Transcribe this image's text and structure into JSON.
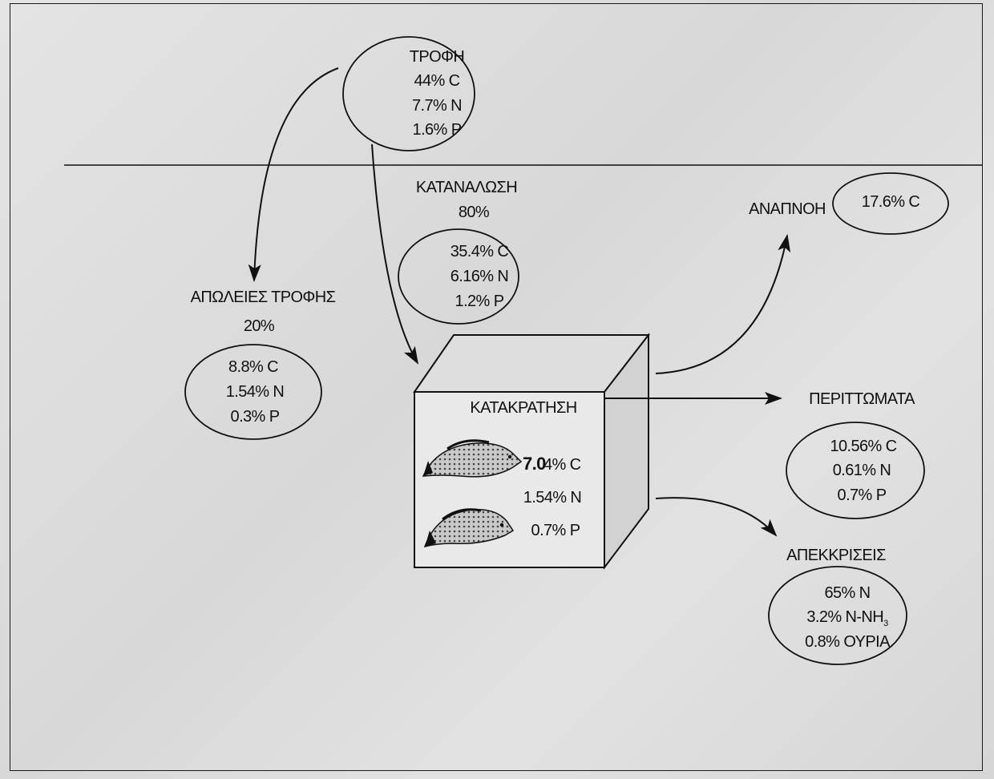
{
  "food": {
    "title": "ΤΡΟΦΗ",
    "c": "44% C",
    "n": "7.7% N",
    "p": "1.6% P"
  },
  "consumption": {
    "title": "ΚΑΤΑΝΑΛΩΣΗ",
    "percent": "80%",
    "c": "35.4% C",
    "n": "6.16% N",
    "p": "1.2% P"
  },
  "food_losses": {
    "title": "ΑΠΩΛΕΙΕΣ ΤΡΟΦΗΣ",
    "percent": "20%",
    "c": "8.8% C",
    "n": "1.54% N",
    "p": "0.3% P"
  },
  "retention": {
    "title": "ΚΑΤΑΚΡΑΤΗΣΗ",
    "c_prefix": "7.0",
    "c_rest": "4% C",
    "n": "1.54% N",
    "p": "0.7% P"
  },
  "respiration": {
    "title": "ΑΝΑΠΝΟΗ",
    "c": "17.6% C"
  },
  "faeces": {
    "title": "ΠΕΡΙΤΤΩΜΑΤΑ",
    "c": "10.56% C",
    "n": "0.61% N",
    "p": "0.7% P"
  },
  "excretions": {
    "title": "ΑΠΕΚΚΡΙΣΕΙΣ",
    "n": "65% N",
    "nh3": "3.2% N-NH",
    "nh3_sub": "3",
    "urea": "0.8% ΟΥΡΙΑ"
  }
}
